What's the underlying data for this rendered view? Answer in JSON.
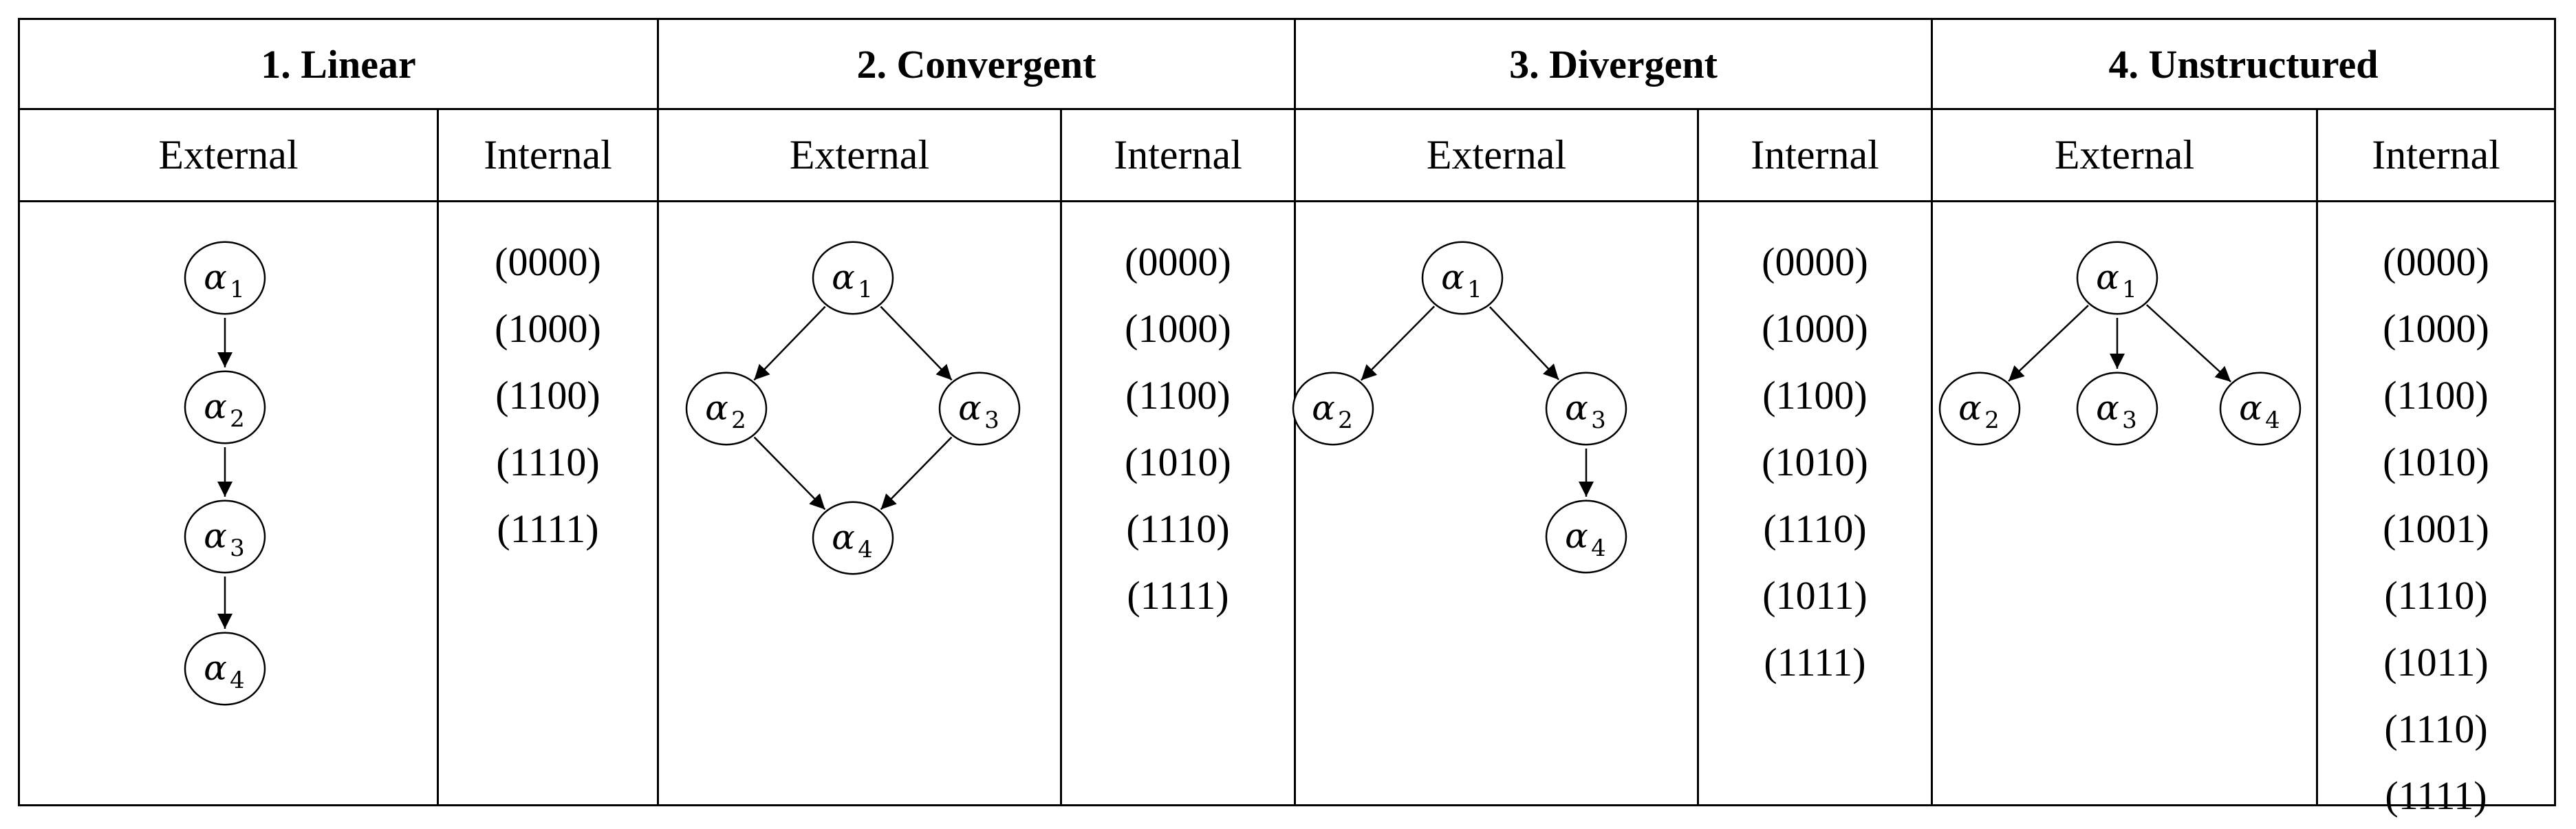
{
  "sections": [
    {
      "id": "linear",
      "title": "1. Linear",
      "external_label": "External",
      "internal_label": "Internal",
      "nodes": [
        {
          "id": "a1",
          "symbol": "α",
          "sub": "1"
        },
        {
          "id": "a2",
          "symbol": "α",
          "sub": "2"
        },
        {
          "id": "a3",
          "symbol": "α",
          "sub": "3"
        },
        {
          "id": "a4",
          "symbol": "α",
          "sub": "4"
        }
      ],
      "edges": [
        [
          "a1",
          "a2"
        ],
        [
          "a2",
          "a3"
        ],
        [
          "a3",
          "a4"
        ]
      ],
      "states": [
        "(0000)",
        "(1000)",
        "(1100)",
        "(1110)",
        "(1111)"
      ]
    },
    {
      "id": "convergent",
      "title": "2. Convergent",
      "external_label": "External",
      "internal_label": "Internal",
      "nodes": [
        {
          "id": "a1",
          "symbol": "α",
          "sub": "1"
        },
        {
          "id": "a2",
          "symbol": "α",
          "sub": "2"
        },
        {
          "id": "a3",
          "symbol": "α",
          "sub": "3"
        },
        {
          "id": "a4",
          "symbol": "α",
          "sub": "4"
        }
      ],
      "edges": [
        [
          "a1",
          "a2"
        ],
        [
          "a1",
          "a3"
        ],
        [
          "a2",
          "a4"
        ],
        [
          "a3",
          "a4"
        ]
      ],
      "states": [
        "(0000)",
        "(1000)",
        "(1100)",
        "(1010)",
        "(1110)",
        "(1111)"
      ]
    },
    {
      "id": "divergent",
      "title": "3. Divergent",
      "external_label": "External",
      "internal_label": "Internal",
      "nodes": [
        {
          "id": "a1",
          "symbol": "α",
          "sub": "1"
        },
        {
          "id": "a2",
          "symbol": "α",
          "sub": "2"
        },
        {
          "id": "a3",
          "symbol": "α",
          "sub": "3"
        },
        {
          "id": "a4",
          "symbol": "α",
          "sub": "4"
        }
      ],
      "edges": [
        [
          "a1",
          "a2"
        ],
        [
          "a1",
          "a3"
        ],
        [
          "a3",
          "a4"
        ]
      ],
      "states": [
        "(0000)",
        "(1000)",
        "(1100)",
        "(1010)",
        "(1110)",
        "(1011)",
        "(1111)"
      ]
    },
    {
      "id": "unstructured",
      "title": "4. Unstructured",
      "external_label": "External",
      "internal_label": "Internal",
      "nodes": [
        {
          "id": "a1",
          "symbol": "α",
          "sub": "1"
        },
        {
          "id": "a2",
          "symbol": "α",
          "sub": "2"
        },
        {
          "id": "a3",
          "symbol": "α",
          "sub": "3"
        },
        {
          "id": "a4",
          "symbol": "α",
          "sub": "4"
        }
      ],
      "edges": [
        [
          "a1",
          "a2"
        ],
        [
          "a1",
          "a3"
        ],
        [
          "a1",
          "a4"
        ]
      ],
      "states": [
        "(0000)",
        "(1000)",
        "(1100)",
        "(1010)",
        "(1001)",
        "(1110)",
        "(1011)",
        "(1110)",
        "(1111)"
      ]
    }
  ]
}
